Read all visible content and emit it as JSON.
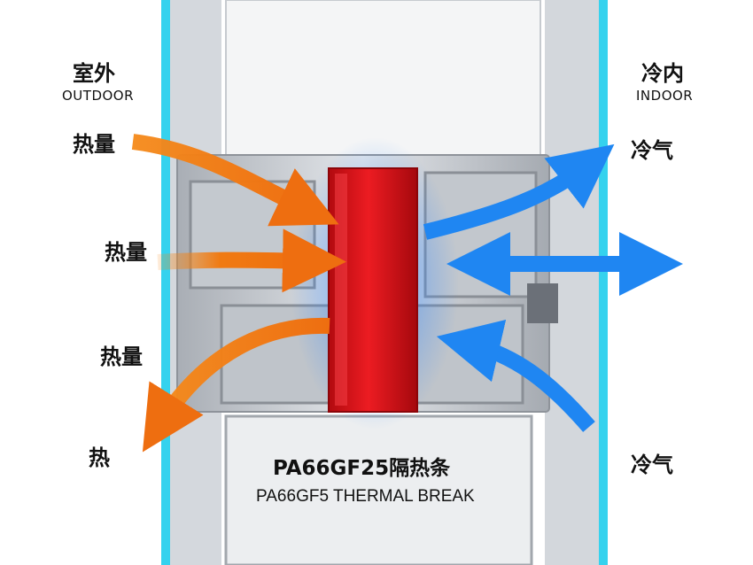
{
  "outdoor": {
    "zh": "室外",
    "en": "OUTDOOR"
  },
  "indoor": {
    "zh": "冷内",
    "en": "INDOOR"
  },
  "left_arrows": [
    "热量",
    "热量",
    "热量",
    "热"
  ],
  "right_arrows": [
    "冷气",
    "冷气"
  ],
  "caption": {
    "zh": "PA66GF25隔热条",
    "en": "PA66GF5 THERMAL BREAK"
  },
  "colors": {
    "heat": "#f07a12",
    "cold": "#2a8cf0",
    "thermal_break": "#e0161b",
    "glass_edge": "#35d2ee",
    "frame": "#c9ced4"
  }
}
